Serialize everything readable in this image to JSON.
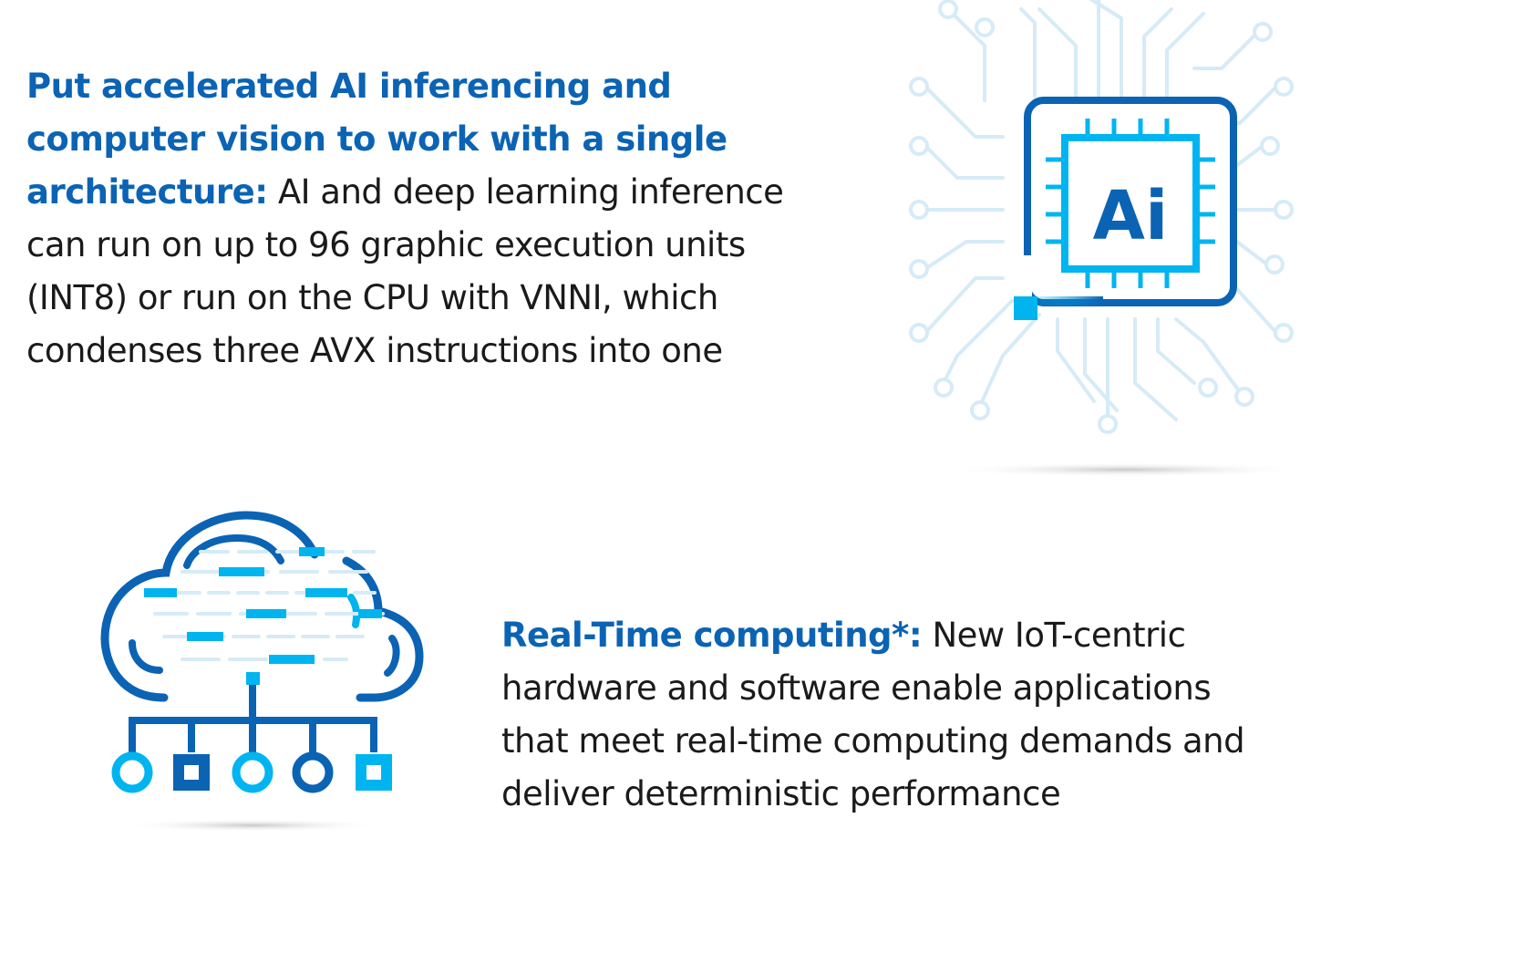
{
  "features": [
    {
      "lead": "Put accelerated AI inferencing and computer vision to work with a single architecture:",
      "lead_lines": [
        "Put accelerated AI inferencing and",
        "computer vision to work with a single",
        "architecture:"
      ],
      "body_lines": [
        " AI and deep learning inference",
        "can run on up to 96 graphic execution units",
        "(INT8) or run on the CPU with VNNI, which",
        "condenses three AVX instructions into one"
      ]
    },
    {
      "lead": "Real-Time computing*:",
      "lead_lines": [
        "Real-Time computing*:"
      ],
      "body_lines": [
        " New IoT-centric",
        "hardware and software enable applications",
        "that meet real-time computing demands and",
        "deliver deterministic performance"
      ]
    }
  ],
  "ai_icon": {
    "icon": "ai-chip-icon",
    "label": "Ai"
  },
  "cloud_icon": {
    "icon": "cloud-network-icon"
  },
  "colors": {
    "lead": "#0b63b4",
    "body": "#1a1a1a",
    "icon_dark": "#0b63b4",
    "icon_light": "#00b4ef",
    "circuit": "#d6ebf7",
    "shadow": "#cfcfcf"
  }
}
